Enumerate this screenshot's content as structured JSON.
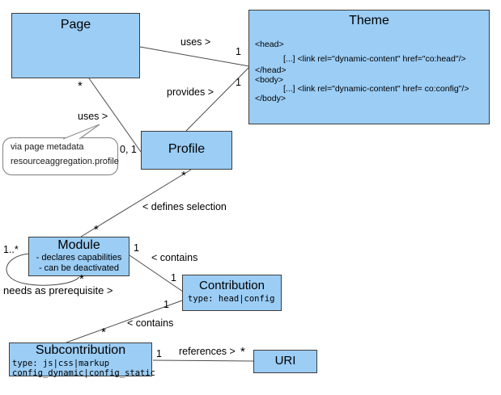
{
  "colors": {
    "box_fill": "#9BCDF5",
    "box_border": "#3d3d3d",
    "line": "#4b4b4b"
  },
  "classes": {
    "page": {
      "title": "Page"
    },
    "theme": {
      "title": "Theme",
      "lines": [
        "<head>",
        "[...] <link rel=\"dynamic-content\" href=\"co:head\"/>",
        "</head>",
        "<body>",
        "[...] <link rel=\"dynamic-content\" href= co:config\"/>",
        "</body>"
      ]
    },
    "profile": {
      "title": "Profile"
    },
    "module": {
      "title": "Module",
      "attributes": [
        "- declares capabilities",
        "- can be deactivated"
      ]
    },
    "contribution": {
      "title": "Contribution",
      "type_line": "type: head|config"
    },
    "subcontribution": {
      "title": "Subcontribution",
      "type_lines": [
        "type: js|css|markup",
        "config_dynamic|config_static"
      ]
    },
    "uri": {
      "title": "URI"
    }
  },
  "note": {
    "lines": [
      "via page metadata",
      "resourceaggregation.profile"
    ]
  },
  "labels": {
    "page_theme": "uses >",
    "page_profile": "uses >",
    "profile_theme": "provides >",
    "profile_module": "< defines selection",
    "module_contribution": "< contains",
    "contribution_subcontribution": "< contains",
    "module_self": "needs as prerequisite >",
    "subcontribution_uri": "references >"
  },
  "multiplicities": {
    "page_theme_theme_end": "1",
    "page_profile_page_end": "*",
    "page_profile_profile_end": "0, 1",
    "profile_theme_theme_end": "1",
    "profile_module_profile_end": "*",
    "profile_module_module_end": "*",
    "module_contribution_module_end": "1",
    "module_contribution_contribution_end": "1",
    "contribution_sub_contribution_end": "1",
    "contribution_sub_sub_end": "*",
    "module_self_source": "1..*",
    "module_self_target": "*",
    "sub_uri_sub_end": "1",
    "sub_uri_uri_end": "*"
  }
}
